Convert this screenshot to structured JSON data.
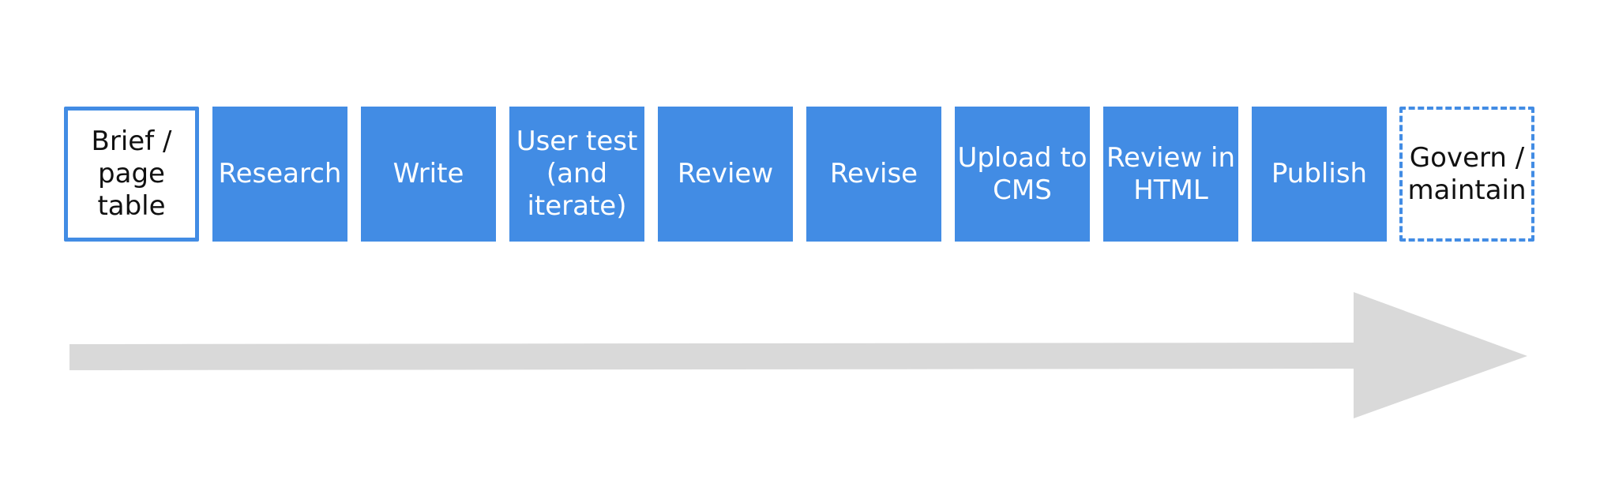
{
  "diagram": {
    "steps": [
      {
        "label": "Brief /\npage table",
        "style": "outline-solid"
      },
      {
        "label": "Research",
        "style": "filled"
      },
      {
        "label": "Write",
        "style": "filled"
      },
      {
        "label": "User test\n(and\niterate)",
        "style": "filled"
      },
      {
        "label": "Review",
        "style": "filled"
      },
      {
        "label": "Revise",
        "style": "filled"
      },
      {
        "label": "Upload to\nCMS",
        "style": "filled"
      },
      {
        "label": "Review in\nHTML",
        "style": "filled"
      },
      {
        "label": "Publish",
        "style": "filled"
      },
      {
        "label": "Govern /\nmaintain",
        "style": "outline-dashed"
      }
    ],
    "colors": {
      "accent": "#428ce4",
      "arrow": "#d9d9d9",
      "text_dark": "#111111",
      "text_light": "#ffffff"
    }
  }
}
